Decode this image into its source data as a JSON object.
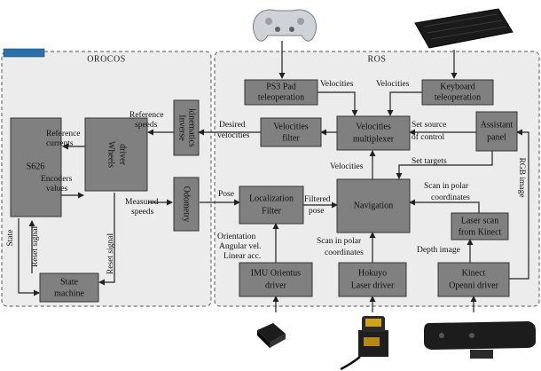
{
  "regions": {
    "orocos": "OROCOS",
    "ros": "ROS"
  },
  "blocks": {
    "s626": "S626",
    "wheels_driver": [
      "Wheels",
      "driver"
    ],
    "state_machine": [
      "State",
      "machine"
    ],
    "inverse_kinematics": [
      "Inverse",
      "kinematics"
    ],
    "odometry": "Odometry",
    "ps3_teleop": [
      "PS3 Pad",
      "teleoperation"
    ],
    "keyboard_teleop": [
      "Keyboard",
      "teleoperation"
    ],
    "velocities_filter": [
      "Velocities",
      "filter"
    ],
    "velocities_multiplexer": [
      "Velocities",
      "multiplexer"
    ],
    "assistant_panel": [
      "Assistant",
      "panel"
    ],
    "localization_filter": [
      "Localization",
      "Filter"
    ],
    "navigation": "Navigation",
    "laser_scan_kinect": [
      "Laser scan",
      "from Kinect"
    ],
    "imu_driver": [
      "IMU Orientus",
      "driver"
    ],
    "hokuyo_driver": [
      "Hokuyo",
      "Laser driver"
    ],
    "kinect_driver": [
      "Kinect",
      "Openni driver"
    ]
  },
  "labels": {
    "reference_currents": [
      "Reference",
      "currents"
    ],
    "encoders_values": [
      "Encoders",
      "values"
    ],
    "reference_speeds": [
      "Reference",
      "speeds"
    ],
    "measured_speeds": [
      "Measured",
      "speeds"
    ],
    "state": "State",
    "reset_signal_1": "Reset signal",
    "reset_signal_2": "Reset signal",
    "desired_velocities": [
      "Desired",
      "velocities"
    ],
    "velocities_ps3": "Velocities",
    "velocities_kb": "Velocities",
    "set_source_of_control": [
      "Set source",
      "of control"
    ],
    "velocities_nav": "Velocities",
    "set_targets": "Set targets",
    "pose": "Pose",
    "filtered_pose": [
      "Filtered",
      "pose"
    ],
    "imu_data": [
      "Orientation",
      "Angular vel.",
      "Linear acc."
    ],
    "scan_polar_hokuyo": [
      "Scan in polar",
      "coordinates"
    ],
    "scan_polar_kinect": [
      "Scan in polar",
      "coordinates"
    ],
    "depth_image": "Depth image",
    "rgb_image": "RGB image"
  },
  "colors": {
    "block": "#808080",
    "region": "#ececec",
    "accent": "#2a6fa8"
  },
  "icons": [
    "ps3-gamepad-icon",
    "keyboard-icon",
    "imu-sensor-icon",
    "hokuyo-laser-icon",
    "kinect-sensor-icon"
  ]
}
